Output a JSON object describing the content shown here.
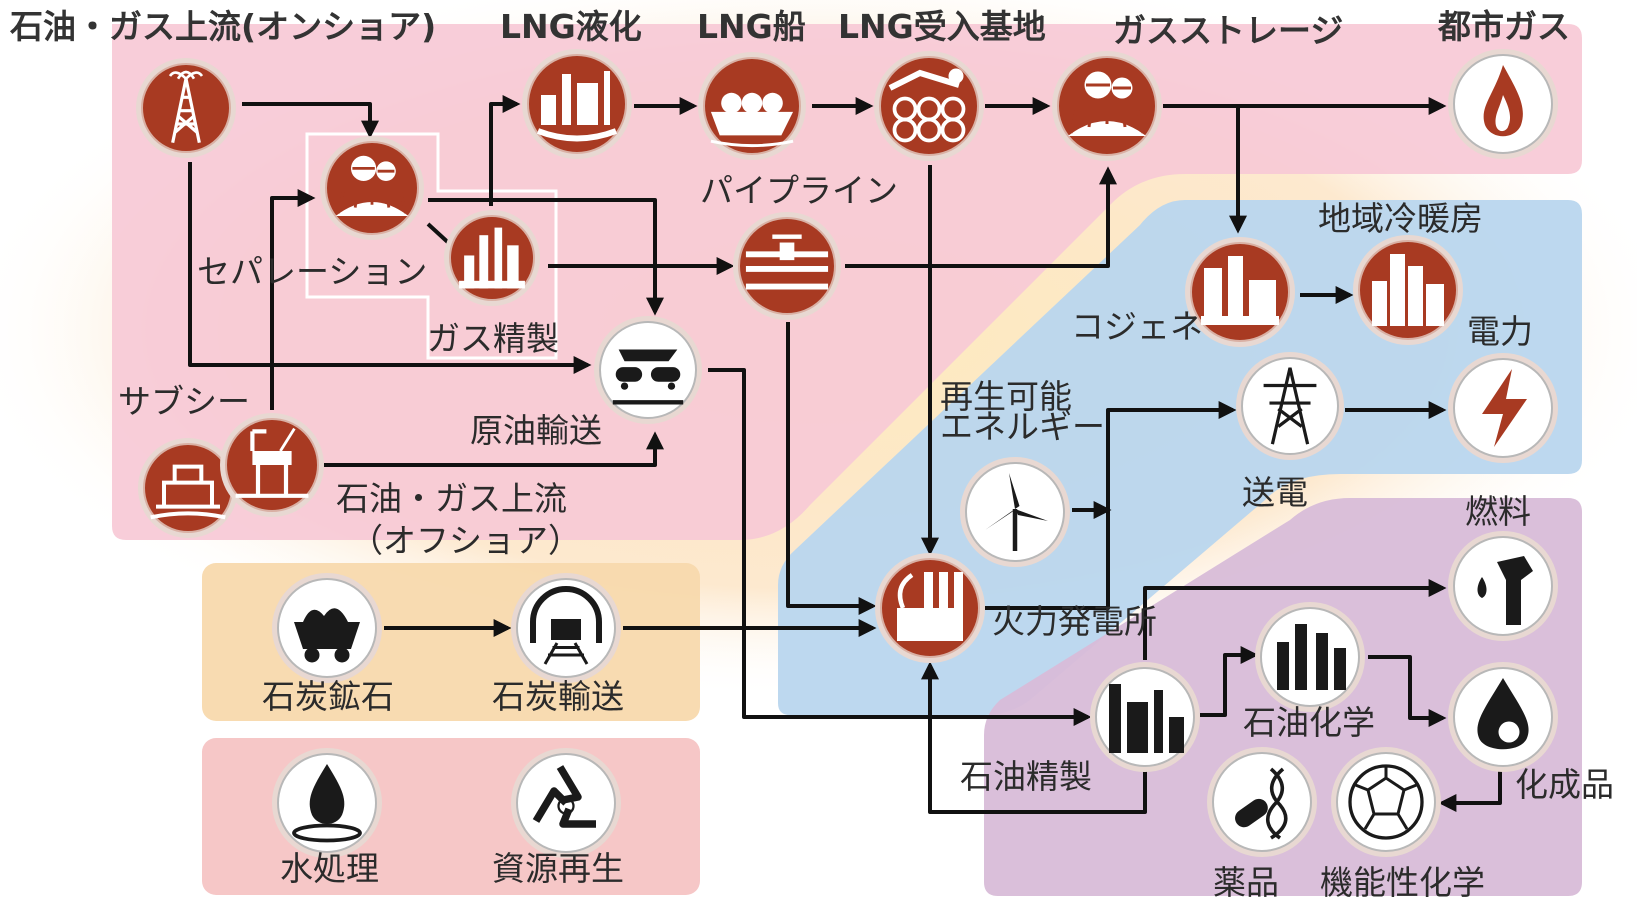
{
  "colors": {
    "icon_red": "#a83a22",
    "icon_black": "#1a1a1a",
    "ring": "#e8d8d2",
    "zone_upstream": "#f7c9d6",
    "zone_power": "#b9d6ee",
    "zone_chem": "#d8bcd8",
    "zone_coal": "#f8d9ad",
    "zone_water": "#f6c4c4",
    "arrow": "#111111"
  },
  "headers": {
    "onshore": "石油・ガス上流(オンショア)",
    "lng_liquefaction": "LNG液化",
    "lng_ship": "LNG船",
    "lng_terminal": "LNG受入基地",
    "gas_storage": "ガスストレージ",
    "city_gas": "都市ガス"
  },
  "labels": {
    "separation": "セパレーション",
    "gas_refining": "ガス精製",
    "pipeline": "パイプライン",
    "subsea": "サブシー",
    "crude_transport": "原油輸送",
    "offshore_line1": "石油・ガス上流",
    "offshore_line2": "（オフショア）",
    "district_heating": "地域冷暖房",
    "cogeneration": "コジェネ",
    "electricity": "電力",
    "renewable_line1": "再生可能",
    "renewable_line2": "エネルギー",
    "transmission": "送電",
    "thermal_power": "火力発電所",
    "fuel": "燃料",
    "petrochemical": "石油化学",
    "oil_refining": "石油精製",
    "chemicals": "化成品",
    "pharma": "薬品",
    "functional_chem": "機能性化学",
    "coal_ore": "石炭鉱石",
    "coal_transport": "石炭輸送",
    "water_treatment": "水処理",
    "recycling": "資源再生"
  },
  "icons": {
    "onshore": "oil-derrick-icon",
    "separation": "separator-tanks-icon",
    "gas_refining": "refinery-towers-icon",
    "lng_liquefaction": "liquefaction-plant-icon",
    "lng_ship": "lng-carrier-ship-icon",
    "lng_terminal": "lng-terminal-tanks-icon",
    "gas_storage": "gas-storage-tanks-icon",
    "city_gas": "flame-icon",
    "pipeline": "pipeline-valve-icon",
    "crude_transport": "crude-transport-icon",
    "subsea": "subsea-platform-icon",
    "offshore": "offshore-rig-icon",
    "cogeneration": "cogeneration-plant-icon",
    "district_heating": "city-buildings-icon",
    "transmission": "transmission-tower-icon",
    "electricity": "lightning-bolt-icon",
    "wind": "wind-turbine-icon",
    "thermal_power": "power-station-icon",
    "fuel": "fuel-nozzle-icon",
    "petrochemical": "petrochemical-plant-icon",
    "oil_refining": "oil-refinery-icon",
    "chemicals": "chemical-drop-icon",
    "pharma": "pills-dna-icon",
    "functional_chem": "molecule-icon",
    "coal_ore": "coal-cart-icon",
    "coal_transport": "coal-tunnel-rail-icon",
    "water_treatment": "water-drop-icon",
    "recycling": "recycle-icon"
  }
}
